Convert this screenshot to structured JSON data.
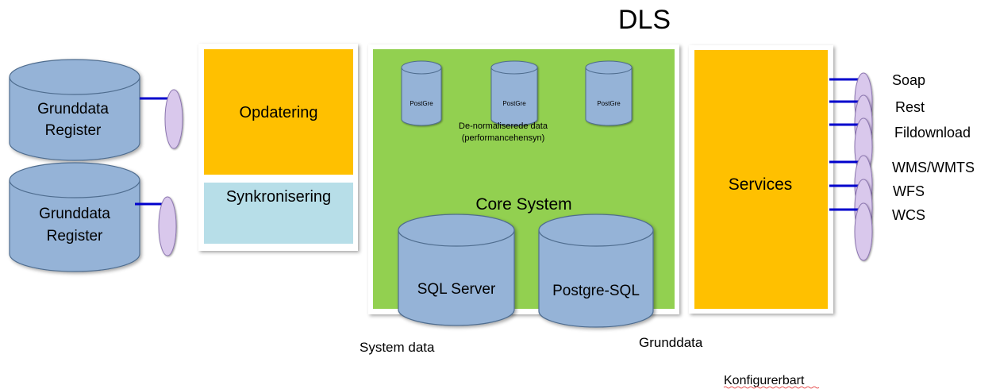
{
  "title": "DLS",
  "registers": [
    {
      "line1": "Grunddata",
      "line2": "Register"
    },
    {
      "line1": "Grunddata",
      "line2": "Register"
    }
  ],
  "opdatering": {
    "label": "Opdatering"
  },
  "synkronisering": {
    "label": "Synkronisering"
  },
  "core": {
    "label": "Core System",
    "small_dbs": [
      "PostGre",
      "PostGre",
      "PostGre"
    ],
    "denorm_line1": "De-normaliserede data",
    "denorm_line2": "(performancehensyn)",
    "large_dbs": [
      "SQL Server",
      "Postgre-SQL"
    ]
  },
  "services": {
    "label": "Services",
    "endpoints": [
      "Soap",
      "Rest",
      "Fildownload",
      "WMS/WMTS",
      "WFS",
      "WCS"
    ]
  },
  "captions": {
    "system_data": "System data",
    "grunddata": "Grunddata",
    "konfigurerbart": "Konfigurerbart"
  },
  "colors": {
    "cylinder_fill": "#95B3D7",
    "cylinder_stroke": "#4F6D8F",
    "connector": "#0000CC",
    "ellipse_fill": "#D9C8EC",
    "ellipse_stroke": "#8C76B0",
    "orange": "#FFC000",
    "light_blue": "#B7DEE8",
    "green": "#92D050"
  }
}
